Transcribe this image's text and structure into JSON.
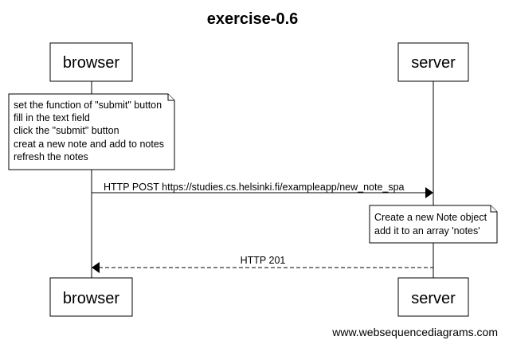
{
  "title": "exercise-0.6",
  "participants": {
    "browser": "browser",
    "server": "server"
  },
  "notes": {
    "browser_steps": [
      "set the function of \"submit\" button",
      "fill in the text field",
      "click the \"submit\" button",
      "creat a new note and add to notes",
      "refresh the notes"
    ],
    "server_steps": [
      "Create a new Note object",
      "add it to an array 'notes'"
    ]
  },
  "messages": {
    "post": "HTTP POST https://studies.cs.helsinki.fi/exampleapp/new_note_spa",
    "response": "HTTP 201"
  },
  "watermark": "www.websequencediagrams.com"
}
